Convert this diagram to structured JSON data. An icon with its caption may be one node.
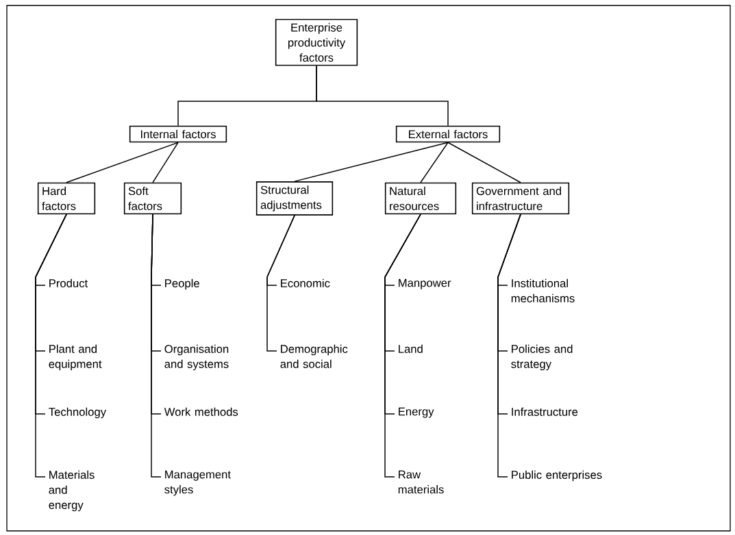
{
  "diagram": {
    "nodes": [
      {
        "text": [
          "Enterprise productivity factors"
        ]
      },
      {
        "text": [
          "Internal factors"
        ]
      },
      {
        "text": [
          "External factors"
        ]
      },
      {
        "text": [
          "Hard factors"
        ]
      },
      {
        "text": [
          "Soft factors"
        ]
      },
      {
        "text": [
          "Structural adjustments"
        ]
      },
      {
        "text": [
          "Natural resources"
        ]
      },
      {
        "text": [
          "Government and infrastructure"
        ]
      },
      {
        "text": [
          "Product"
        ]
      },
      {
        "text": [
          "Plant and equipment"
        ]
      },
      {
        "text": [
          "Technology"
        ]
      },
      {
        "text": [
          "Materials and energy"
        ]
      },
      {
        "text": [
          "People"
        ]
      },
      {
        "text": [
          "Organisation and systems"
        ]
      },
      {
        "text": [
          "Work methods"
        ]
      },
      {
        "text": [
          "Management styles"
        ]
      },
      {
        "text": [
          "Economic"
        ]
      },
      {
        "text": [
          "Demographic and social"
        ]
      },
      {
        "text": [
          "Manpower"
        ]
      },
      {
        "text": [
          "Land"
        ]
      },
      {
        "text": [
          "Energy"
        ]
      },
      {
        "text": [
          "Raw materials"
        ]
      },
      {
        "text": [
          "Institutional mechanisms"
        ]
      },
      {
        "text": [
          "Policies and strategy"
        ]
      },
      {
        "text": [
          "Infrastructure"
        ]
      },
      {
        "text": [
          "Public enterprises"
        ]
      }
    ],
    "edges": [
      {
        "from": 0,
        "to": 1,
        "arrow": "none"
      },
      {
        "from": 0,
        "to": 2,
        "arrow": "none"
      },
      {
        "from": 1,
        "to": 3,
        "arrow": "none"
      },
      {
        "from": 1,
        "to": 4,
        "arrow": "none"
      },
      {
        "from": 2,
        "to": 5,
        "arrow": "none"
      },
      {
        "from": 2,
        "to": 6,
        "arrow": "none"
      },
      {
        "from": 2,
        "to": 7,
        "arrow": "none"
      },
      {
        "from": 3,
        "to": 8,
        "arrow": "none"
      },
      {
        "from": 3,
        "to": 9,
        "arrow": "none"
      },
      {
        "from": 3,
        "to": 10,
        "arrow": "none"
      },
      {
        "from": 3,
        "to": 11,
        "arrow": "none"
      },
      {
        "from": 4,
        "to": 12,
        "arrow": "none"
      },
      {
        "from": 4,
        "to": 13,
        "arrow": "none"
      },
      {
        "from": 4,
        "to": 14,
        "arrow": "none"
      },
      {
        "from": 4,
        "to": 15,
        "arrow": "none"
      },
      {
        "from": 5,
        "to": 16,
        "arrow": "none"
      },
      {
        "from": 5,
        "to": 17,
        "arrow": "none"
      },
      {
        "from": 6,
        "to": 18,
        "arrow": "none"
      },
      {
        "from": 6,
        "to": 19,
        "arrow": "none"
      },
      {
        "from": 6,
        "to": 20,
        "arrow": "none"
      },
      {
        "from": 6,
        "to": 21,
        "arrow": "none"
      },
      {
        "from": 7,
        "to": 22,
        "arrow": "none"
      },
      {
        "from": 7,
        "to": 23,
        "arrow": "none"
      },
      {
        "from": 7,
        "to": 24,
        "arrow": "none"
      },
      {
        "from": 7,
        "to": 25,
        "arrow": "none"
      }
    ]
  }
}
